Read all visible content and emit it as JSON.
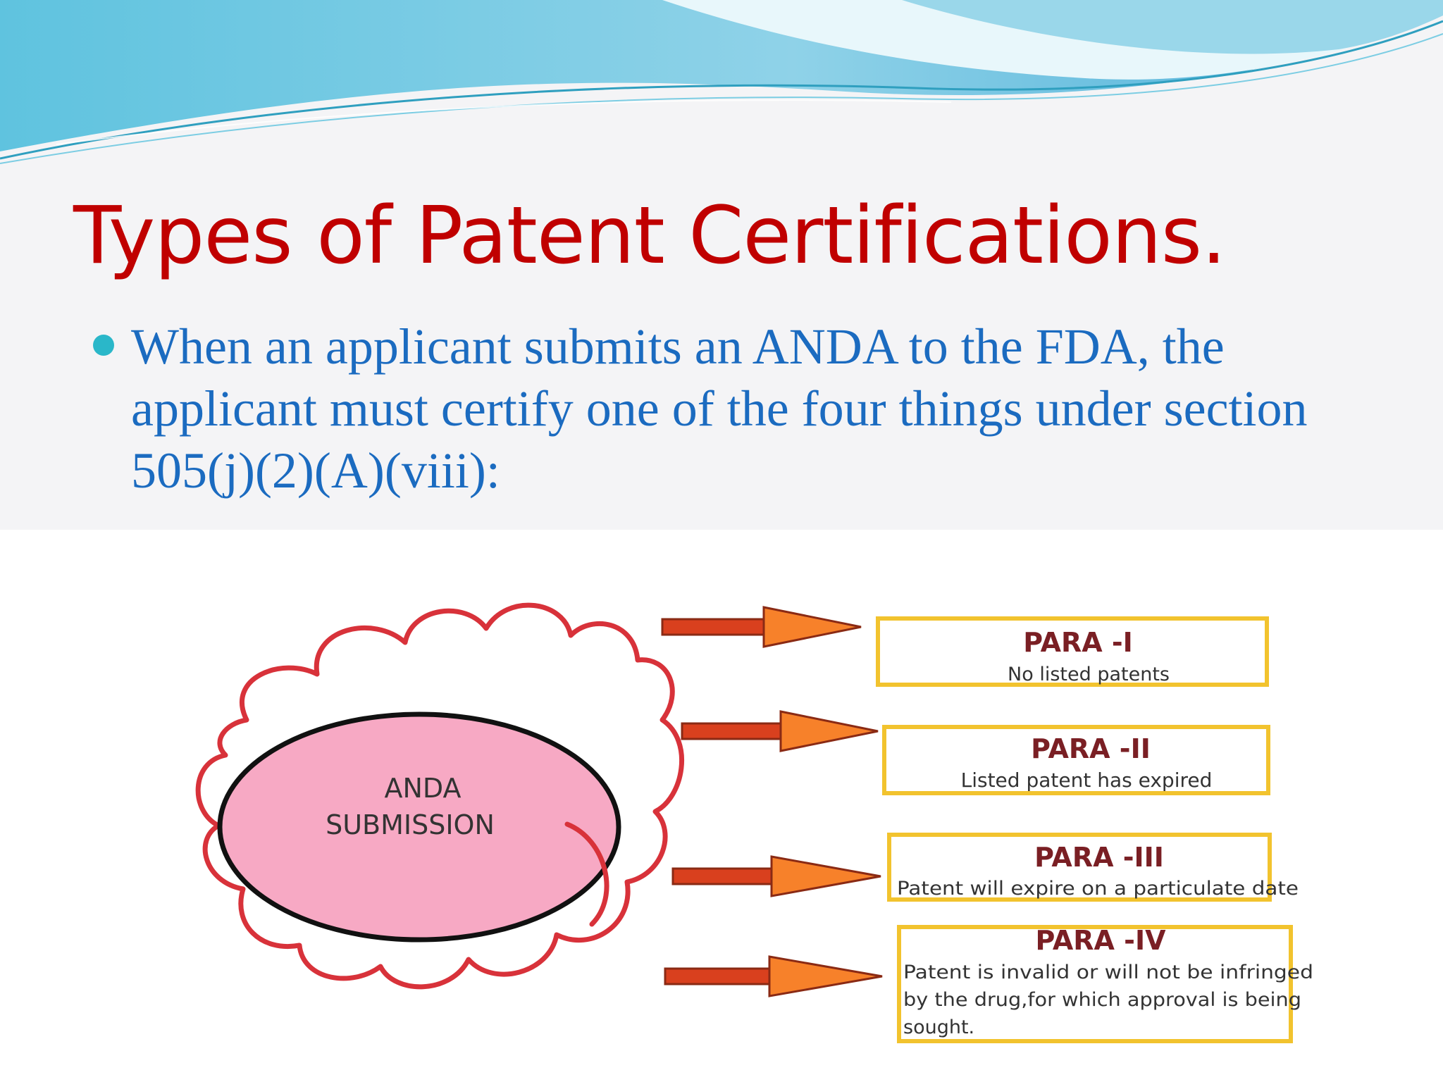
{
  "slide": {
    "title": "Types of Patent Certifications.",
    "bullet": "When an applicant submits an ANDA to the FDA, the applicant must certify one of the four things under section 505(j)(2)(A)(viii):"
  },
  "diagram": {
    "center_label": [
      "ANDA",
      "SUBMISSION"
    ],
    "boxes": [
      {
        "heading": "PARA -I",
        "lines": [
          "No listed patents"
        ]
      },
      {
        "heading": "PARA -II",
        "lines": [
          "Listed patent has expired"
        ]
      },
      {
        "heading": "PARA -III",
        "lines": [
          "Patent will expire on a particulate date"
        ]
      },
      {
        "heading": "PARA -IV",
        "lines": [
          "Patent  is invalid or will not be infringed",
          "by the drug,for which approval is being",
          "sought."
        ]
      }
    ]
  },
  "colors": {
    "title": "#c00000",
    "bullet_text": "#1b6bc0",
    "bullet_dot": "#2ab7c9",
    "ellipse_fill": "#f7a9c4",
    "cloud_stroke": "#d8323a",
    "box_border": "#f2c32e",
    "box_text": "#7a1f24",
    "arrow_shaft": "#d9401e",
    "arrow_head": "#f7812a"
  }
}
